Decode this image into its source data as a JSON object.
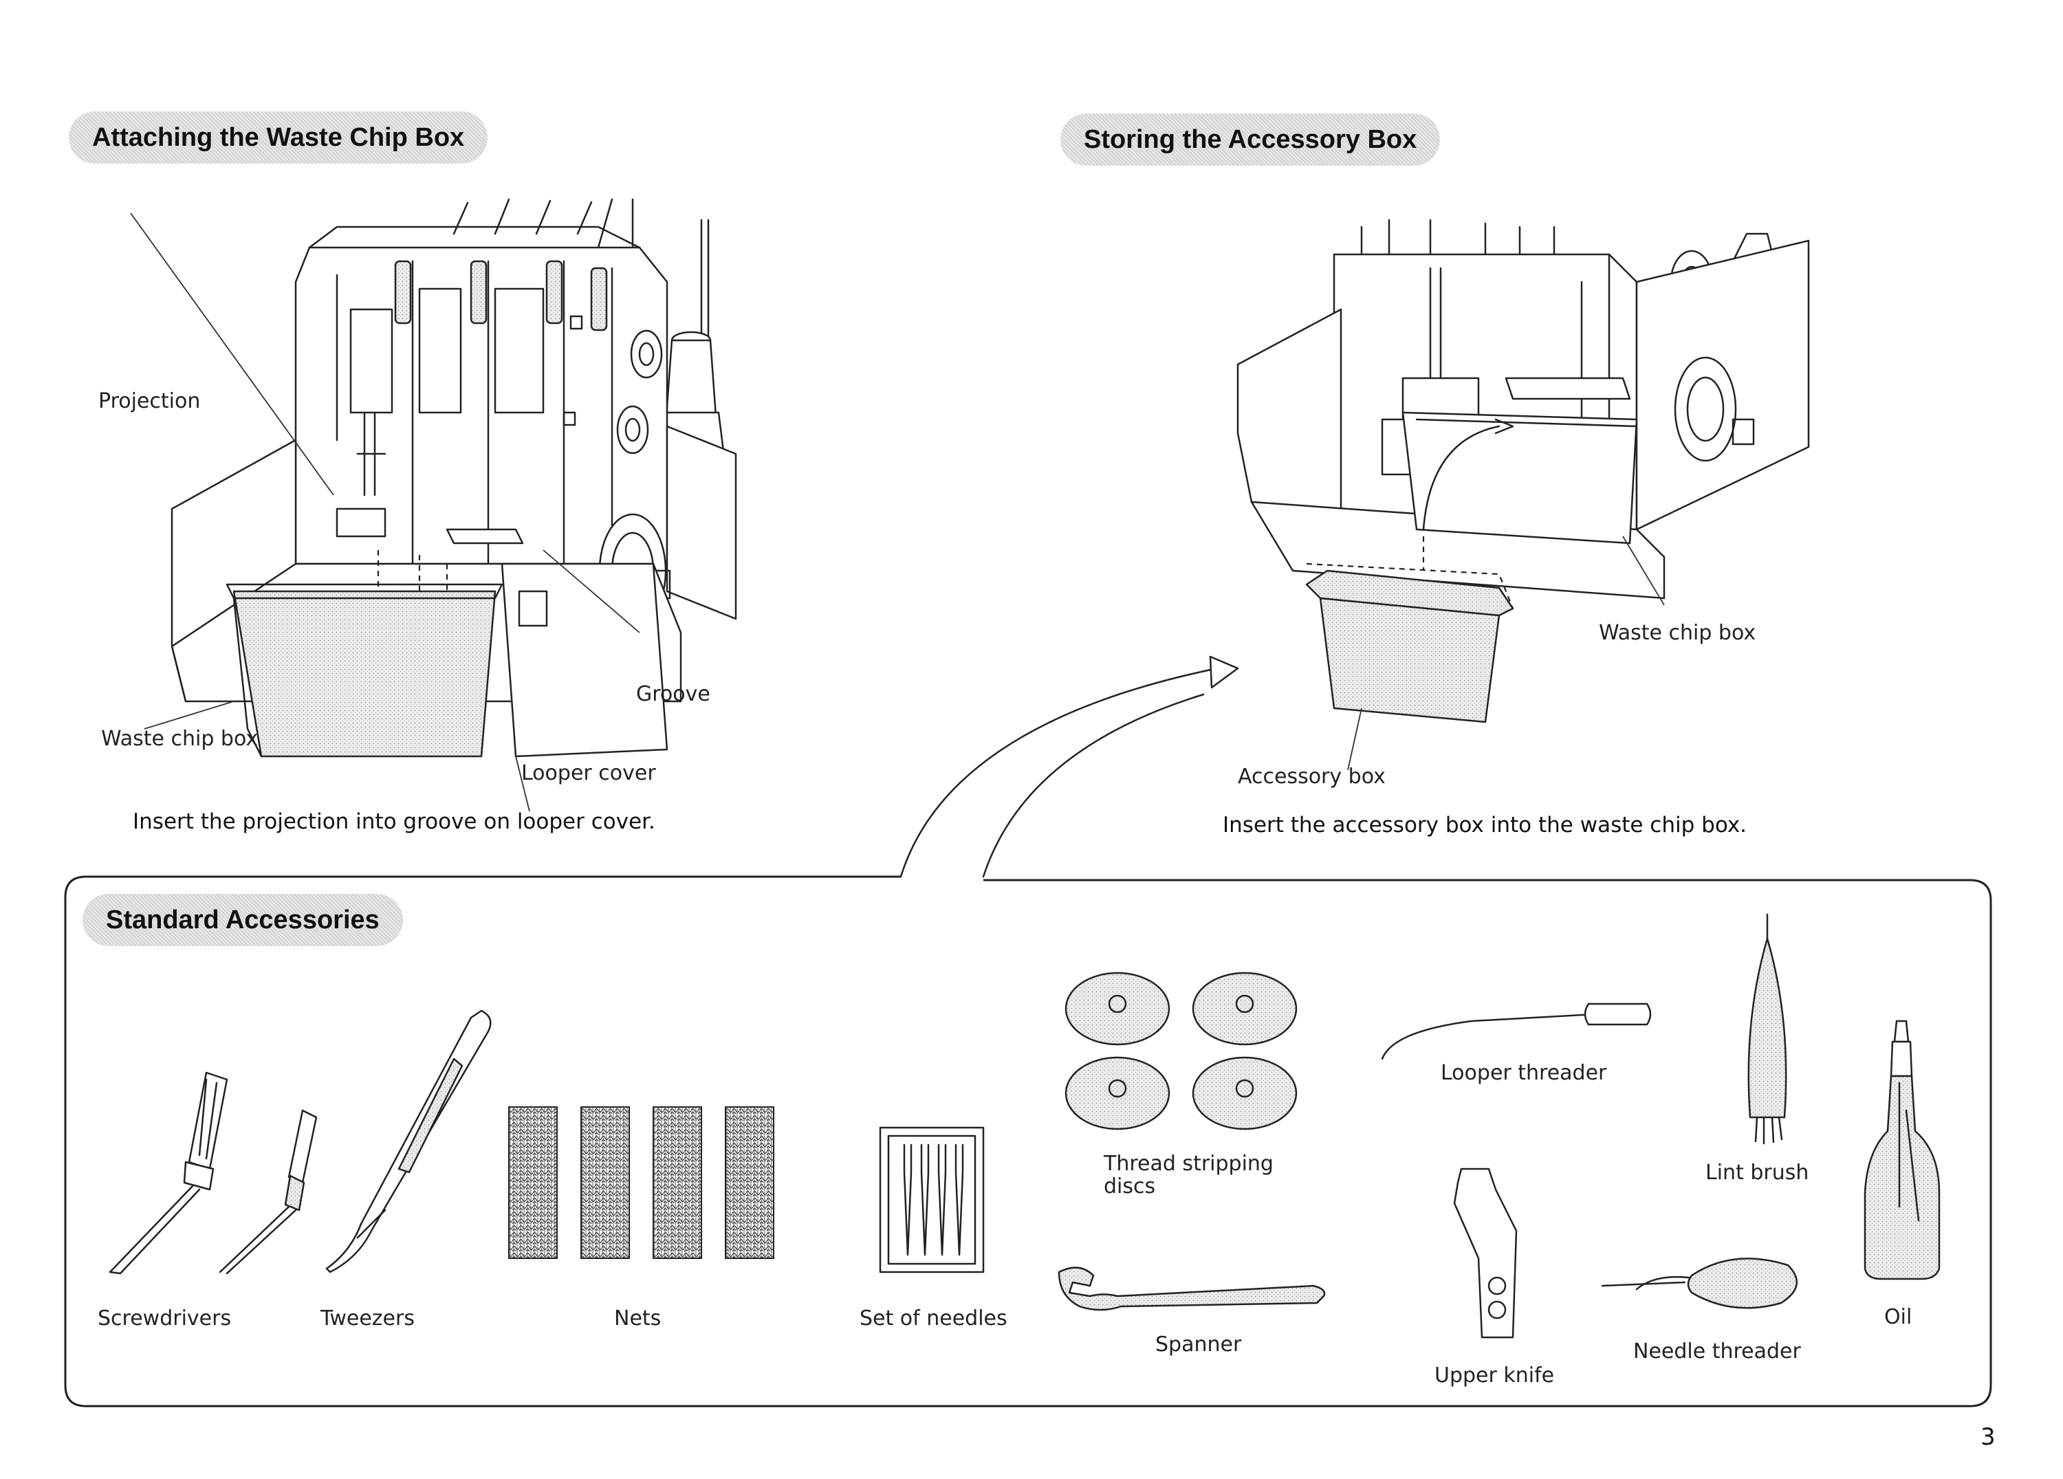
{
  "sections": {
    "waste_chip": {
      "title": "Attaching the Waste Chip Box",
      "labels": {
        "projection": "Projection",
        "groove": "Groove",
        "waste_chip_box": "Waste chip box",
        "looper_cover": "Looper cover"
      },
      "caption": "Insert the projection into groove on looper cover."
    },
    "accessory_box": {
      "title": "Storing the Accessory Box",
      "labels": {
        "waste_chip_box": "Waste chip box",
        "accessory_box": "Accessory box"
      },
      "caption": "Insert the accessory box into the waste chip box."
    },
    "standard_accessories": {
      "title": "Standard Accessories",
      "items": {
        "screwdrivers": "Screwdrivers",
        "tweezers": "Tweezers",
        "nets": "Nets",
        "needles": "Set of needles",
        "discs_line1": "Thread stripping",
        "discs_line2": "discs",
        "spanner": "Spanner",
        "looper_threader": "Looper threader",
        "upper_knife": "Upper knife",
        "lint_brush": "Lint brush",
        "needle_threader": "Needle threader",
        "oil": "Oil"
      }
    }
  },
  "page_number": "3"
}
